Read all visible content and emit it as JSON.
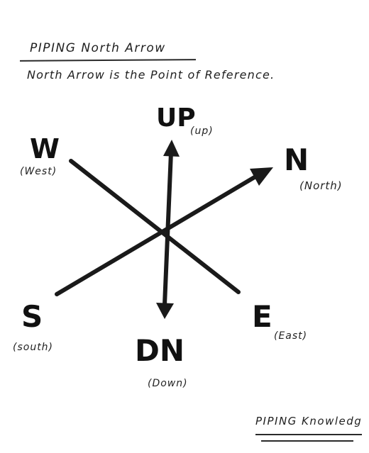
{
  "header": {
    "title": "PIPING North Arrow",
    "subtitle": "North Arrow is the Point of Reference."
  },
  "directions": {
    "up": {
      "label": "UP",
      "sub": "(up)"
    },
    "west": {
      "label": "W",
      "sub": "(West)"
    },
    "north": {
      "label": "N",
      "sub": "(North)"
    },
    "south": {
      "label": "S",
      "sub": "(south)"
    },
    "east": {
      "label": "E",
      "sub": "(East)"
    },
    "down": {
      "label": "DN",
      "sub": "(Down)"
    }
  },
  "footer": {
    "brand": "PIPING Knowledg"
  },
  "colors": {
    "ink": "#1a1a1a",
    "background": "#ffffff"
  }
}
